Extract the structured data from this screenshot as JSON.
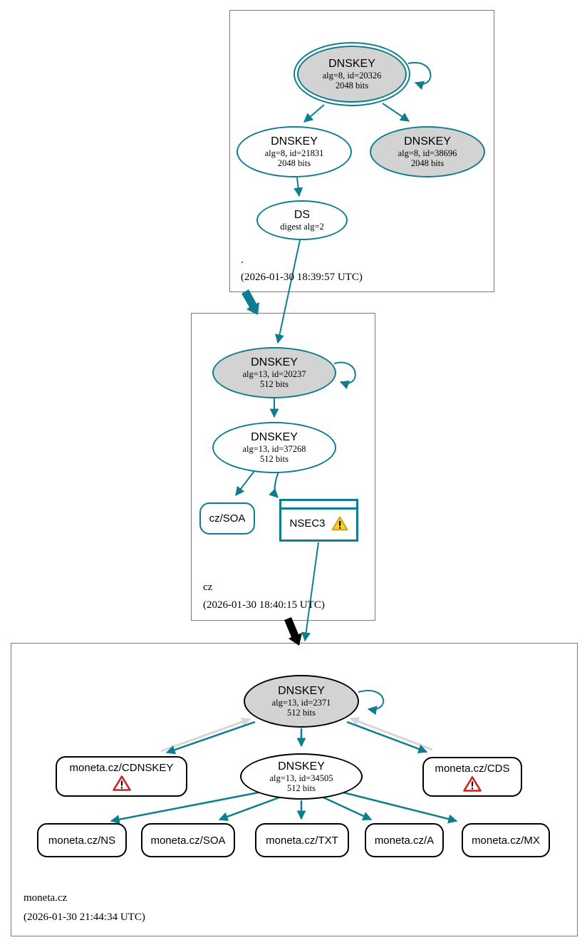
{
  "colors": {
    "accent_teal": "#0d7d91",
    "node_gray_fill": "#d3d3d3",
    "insecure_edge_black": "#000000",
    "lame_edge_gray": "#d6d6d6",
    "warning_yellow": "#f9cf2a",
    "error_red": "#cc2222"
  },
  "zones": {
    "root": {
      "label": ".",
      "timestamp": "(2026-01-30 18:39:57 UTC)"
    },
    "cz": {
      "label": "cz",
      "timestamp": "(2026-01-30 18:40:15 UTC)"
    },
    "moneta": {
      "label": "moneta.cz",
      "timestamp": "(2026-01-30 21:44:34 UTC)"
    }
  },
  "nodes": {
    "root_ksk": {
      "title": "DNSKEY",
      "meta": "alg=8, id=20326",
      "bits": "2048 bits"
    },
    "root_zsk": {
      "title": "DNSKEY",
      "meta": "alg=8, id=21831",
      "bits": "2048 bits"
    },
    "root_key2": {
      "title": "DNSKEY",
      "meta": "alg=8, id=38696",
      "bits": "2048 bits"
    },
    "root_ds": {
      "title": "DS",
      "meta": "digest alg=2"
    },
    "cz_ksk": {
      "title": "DNSKEY",
      "meta": "alg=13, id=20237",
      "bits": "512 bits"
    },
    "cz_zsk": {
      "title": "DNSKEY",
      "meta": "alg=13, id=37268",
      "bits": "512 bits"
    },
    "cz_soa": {
      "label": "cz/SOA"
    },
    "cz_nsec3": {
      "label": "NSEC3"
    },
    "moneta_ksk": {
      "title": "DNSKEY",
      "meta": "alg=13, id=2371",
      "bits": "512 bits"
    },
    "moneta_zsk": {
      "title": "DNSKEY",
      "meta": "alg=13, id=34505",
      "bits": "512 bits"
    },
    "moneta_cdnskey": {
      "label": "moneta.cz/CDNSKEY"
    },
    "moneta_cds": {
      "label": "moneta.cz/CDS"
    },
    "moneta_ns": {
      "label": "moneta.cz/NS"
    },
    "moneta_soa": {
      "label": "moneta.cz/SOA"
    },
    "moneta_txt": {
      "label": "moneta.cz/TXT"
    },
    "moneta_a": {
      "label": "moneta.cz/A"
    },
    "moneta_mx": {
      "label": "moneta.cz/MX"
    }
  }
}
